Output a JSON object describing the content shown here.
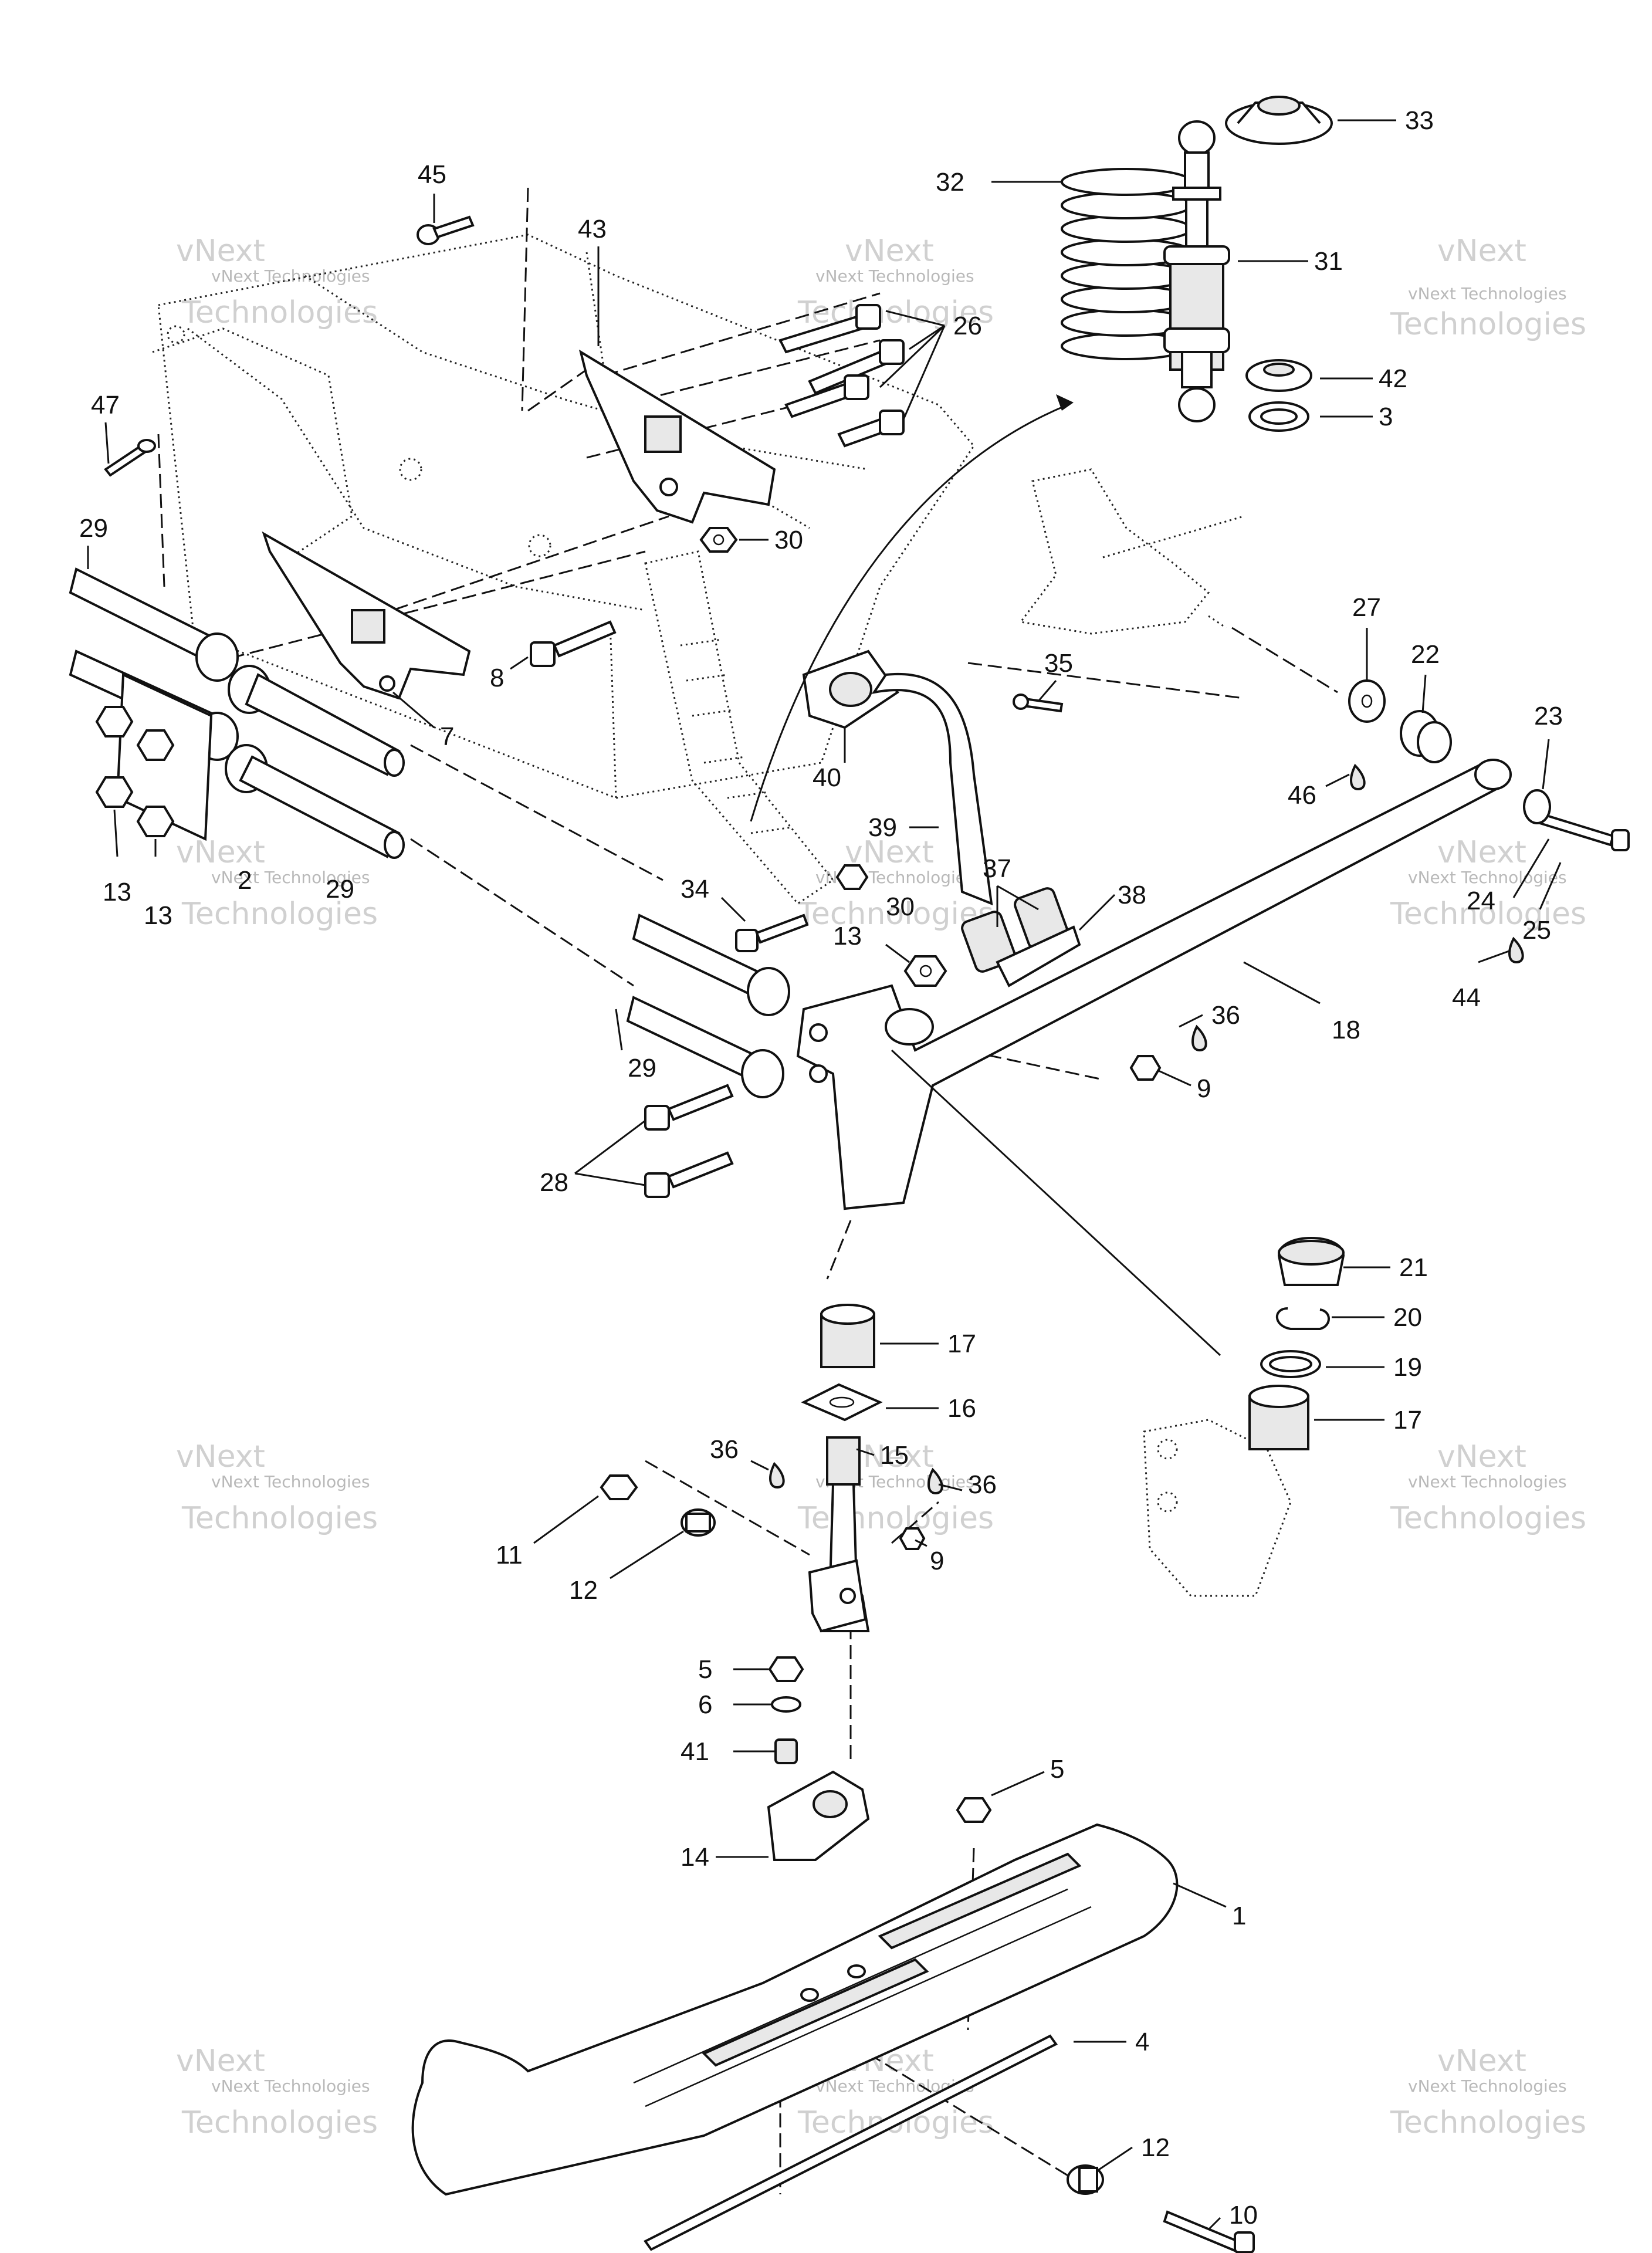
{
  "watermark": {
    "line1": "vNext",
    "line2": "vNext Technologies",
    "line3": "Technologies"
  },
  "callouts": [
    {
      "id": "c45",
      "text": "45"
    },
    {
      "id": "c43",
      "text": "43"
    },
    {
      "id": "c32",
      "text": "32"
    },
    {
      "id": "c33",
      "text": "33"
    },
    {
      "id": "c31",
      "text": "31"
    },
    {
      "id": "c26",
      "text": "26"
    },
    {
      "id": "c42",
      "text": "42"
    },
    {
      "id": "c3",
      "text": "3"
    },
    {
      "id": "c47",
      "text": "47"
    },
    {
      "id": "c29a",
      "text": "29"
    },
    {
      "id": "c30a",
      "text": "30"
    },
    {
      "id": "c8",
      "text": "8"
    },
    {
      "id": "c7",
      "text": "7"
    },
    {
      "id": "c27",
      "text": "27"
    },
    {
      "id": "c22",
      "text": "22"
    },
    {
      "id": "c35",
      "text": "35"
    },
    {
      "id": "c23",
      "text": "23"
    },
    {
      "id": "c46",
      "text": "46"
    },
    {
      "id": "c40",
      "text": "40"
    },
    {
      "id": "c39",
      "text": "39"
    },
    {
      "id": "c37",
      "text": "37"
    },
    {
      "id": "c38",
      "text": "38"
    },
    {
      "id": "c24",
      "text": "24"
    },
    {
      "id": "c25",
      "text": "25"
    },
    {
      "id": "c13a",
      "text": "13"
    },
    {
      "id": "c13b",
      "text": "13"
    },
    {
      "id": "c2",
      "text": "2"
    },
    {
      "id": "c29b",
      "text": "29"
    },
    {
      "id": "c34",
      "text": "34"
    },
    {
      "id": "c30b",
      "text": "30"
    },
    {
      "id": "c13c",
      "text": "13"
    },
    {
      "id": "c44",
      "text": "44"
    },
    {
      "id": "c18",
      "text": "18"
    },
    {
      "id": "c36a",
      "text": "36"
    },
    {
      "id": "c9a",
      "text": "9"
    },
    {
      "id": "c29c",
      "text": "29"
    },
    {
      "id": "c28",
      "text": "28"
    },
    {
      "id": "c21",
      "text": "21"
    },
    {
      "id": "c20",
      "text": "20"
    },
    {
      "id": "c17a",
      "text": "17"
    },
    {
      "id": "c19",
      "text": "19"
    },
    {
      "id": "c16",
      "text": "16"
    },
    {
      "id": "c17b",
      "text": "17"
    },
    {
      "id": "c36b",
      "text": "36"
    },
    {
      "id": "c15",
      "text": "15"
    },
    {
      "id": "c36c",
      "text": "36"
    },
    {
      "id": "c11",
      "text": "11"
    },
    {
      "id": "c9b",
      "text": "9"
    },
    {
      "id": "c12a",
      "text": "12"
    },
    {
      "id": "c5a",
      "text": "5"
    },
    {
      "id": "c6",
      "text": "6"
    },
    {
      "id": "c41",
      "text": "41"
    },
    {
      "id": "c5b",
      "text": "5"
    },
    {
      "id": "c14",
      "text": "14"
    },
    {
      "id": "c1",
      "text": "1"
    },
    {
      "id": "c4",
      "text": "4"
    },
    {
      "id": "c12b",
      "text": "12"
    },
    {
      "id": "c10",
      "text": "10"
    }
  ]
}
